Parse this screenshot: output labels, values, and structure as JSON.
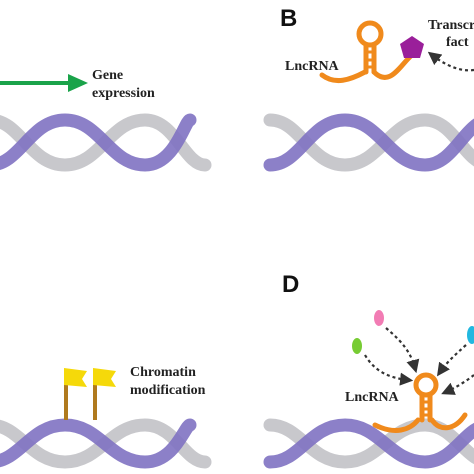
{
  "panels": {
    "b": {
      "letter": "B",
      "lncrna_label": "LncRNA",
      "tf_label_line1": "Transcr",
      "tf_label_line2": "fact"
    },
    "d": {
      "letter": "D",
      "lncrna_label": "LncRNA"
    }
  },
  "labels": {
    "gene_line1": "Gene",
    "gene_line2": "expression",
    "chromatin_line1": "Chromatin",
    "chromatin_line2": "modification"
  },
  "colors": {
    "arrow": "#1aa34a",
    "lncrna": "#f08a1c",
    "dna_back": "#c8c8cc",
    "dna_front": "#7f72c2",
    "tf": "#9a1f9a",
    "flag": "#f5d90a",
    "pole": "#b07a1e",
    "pink": "#f27cb4",
    "green": "#77cc33",
    "cyan": "#22b8e0"
  }
}
